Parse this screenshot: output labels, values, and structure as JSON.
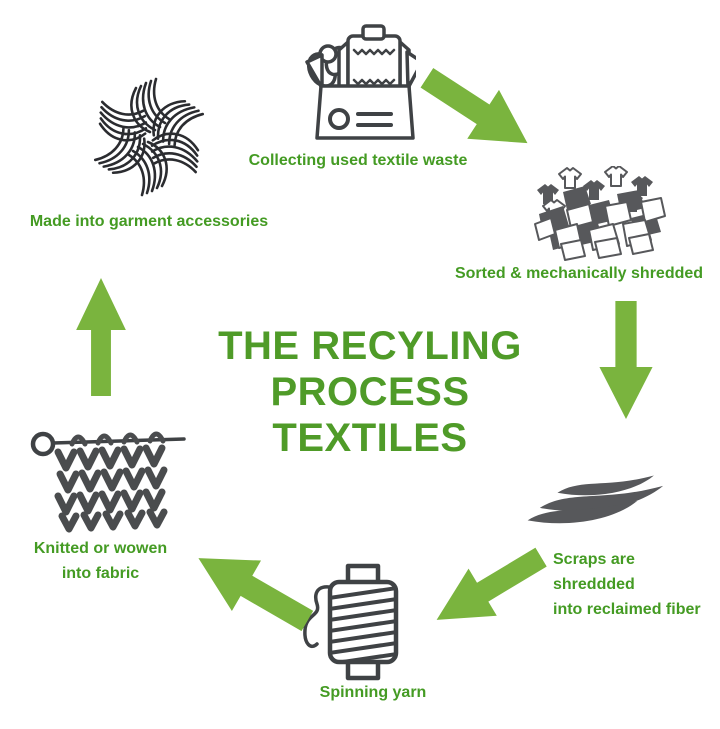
{
  "title": {
    "line1": "THE RECYLING",
    "line2": "PROCESS",
    "line3": "TEXTILES"
  },
  "colors": {
    "title_green": "#4f9b28",
    "label_green": "#449b23",
    "arrow_green": "#7ab43e",
    "outline_dark": "#3f4245",
    "fill_gray": "#57585b"
  },
  "steps": {
    "collecting": {
      "label": "Collecting used textile waste",
      "icon": "donation-box-icon"
    },
    "sorted": {
      "label": "Sorted & mechanically shredded",
      "icon": "shredded-pile-icon"
    },
    "scraps": {
      "line1": "Scraps are",
      "line2": "shreddded",
      "line3": "into reclaimed fiber",
      "icon": "fiber-waves-icon"
    },
    "spinning": {
      "label": "Spinning yarn",
      "icon": "yarn-spool-icon"
    },
    "knitted": {
      "line1": "Knitted or wowen",
      "line2": "into fabric",
      "icon": "knitting-needle-icon"
    },
    "accessories": {
      "label": "Made into garment accessories",
      "icon": "ribbon-star-icon"
    }
  },
  "arrows": [
    {
      "name": "arrow-collecting-to-sorted",
      "direction": "down-right"
    },
    {
      "name": "arrow-sorted-to-scraps",
      "direction": "down"
    },
    {
      "name": "arrow-scraps-to-spinning",
      "direction": "down-left"
    },
    {
      "name": "arrow-spinning-to-knitted",
      "direction": "up-left"
    },
    {
      "name": "arrow-knitted-to-accessories",
      "direction": "up"
    }
  ]
}
